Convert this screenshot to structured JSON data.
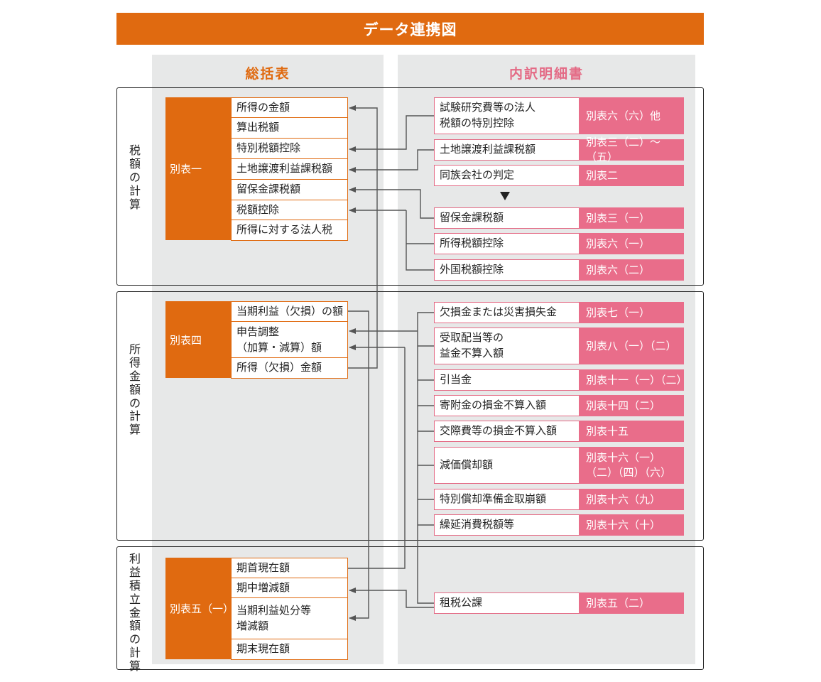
{
  "title": "データ連携図",
  "columns": {
    "left": "総括表",
    "right": "内訳明細書"
  },
  "sections": {
    "tax": "税額の計算",
    "income": "所得金額の計算",
    "retained": "利益積立金額の計算"
  },
  "summary": {
    "b1": {
      "name": "別表一",
      "items": [
        "所得の金額",
        "算出税額",
        "特別税額控除",
        "土地譲渡利益課税額",
        "留保金課税額",
        "税額控除",
        "所得に対する法人税"
      ]
    },
    "b4": {
      "name": "別表四",
      "items": [
        "当期利益（欠損）の額",
        "申告調整\n（加算・減算）額",
        "所得（欠損）金額"
      ]
    },
    "b5": {
      "name": "別表五（一）",
      "items": [
        "期首現在額",
        "期中増減額",
        "当期利益処分等\n増減額",
        "期末現在額"
      ]
    }
  },
  "details": [
    {
      "name": "試験研究費等の法人\n税額の特別控除",
      "table": "別表六（六）他"
    },
    {
      "name": "土地譲渡利益課税額",
      "table": "別表三（二）～（五）"
    },
    {
      "name": "同族会社の判定",
      "table": "別表二"
    },
    {
      "name": "留保金課税額",
      "table": "別表三（一）"
    },
    {
      "name": "所得税額控除",
      "table": "別表六（一）"
    },
    {
      "name": "外国税額控除",
      "table": "別表六（二）"
    },
    {
      "name": "欠損金または災害損失金",
      "table": "別表七（一）"
    },
    {
      "name": "受取配当等の\n益金不算入額",
      "table": "別表八（一）（二）"
    },
    {
      "name": "引当金",
      "table": "別表十一（一）（二）"
    },
    {
      "name": "寄附金の損金不算入額",
      "table": "別表十四（二）"
    },
    {
      "name": "交際費等の損金不算入額",
      "table": "別表十五"
    },
    {
      "name": "減価償却額",
      "table": "別表十六（一）\n（二）（四）（六）"
    },
    {
      "name": "特別償却準備金取崩額",
      "table": "別表十六（九）"
    },
    {
      "name": "繰延消費税額等",
      "table": "別表十六（十）"
    },
    {
      "name": "租税公課",
      "table": "別表五（二）"
    }
  ],
  "colors": {
    "orange": "#e06a10",
    "pink": "#e96d8a",
    "gray": "#e7e8e8",
    "line": "#555555"
  }
}
